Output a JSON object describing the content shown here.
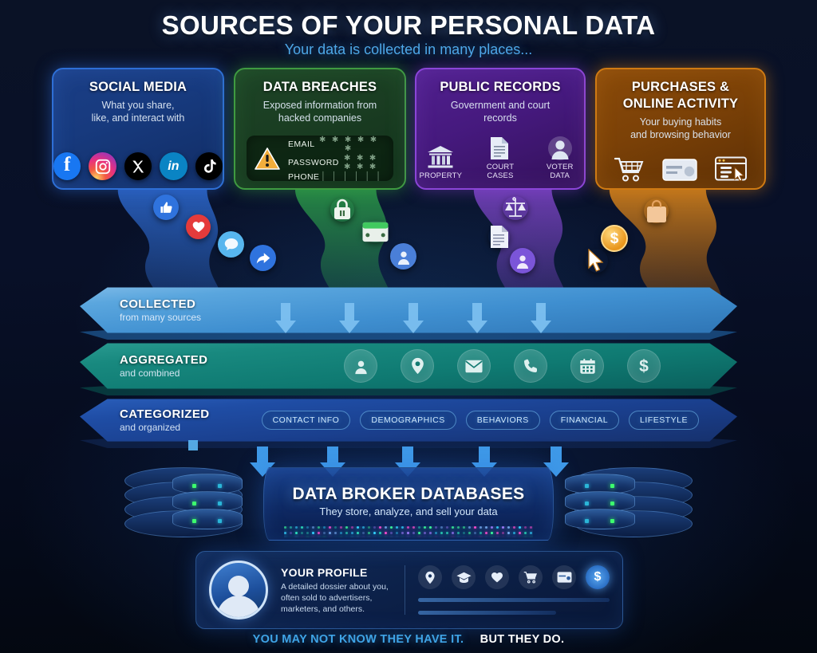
{
  "header": {
    "title": "SOURCES OF YOUR PERSONAL DATA",
    "subtitle": "Your data is collected in many places...",
    "title_color": "#ffffff",
    "subtitle_color": "#4ea8e8"
  },
  "sources": [
    {
      "id": "social-media",
      "title": "SOCIAL MEDIA",
      "desc_line1": "What you share,",
      "desc_line2": "like, and interact with",
      "accent": "#2e6fd6",
      "icons": [
        "facebook-icon",
        "instagram-icon",
        "x-twitter-icon",
        "linkedin-icon",
        "tiktok-icon"
      ],
      "icon_glyphs": [
        "f",
        "◎",
        "✕",
        "in",
        "♪"
      ]
    },
    {
      "id": "data-breaches",
      "title": "DATA BREACHES",
      "desc_line1": "Exposed information from",
      "desc_line2": "hacked companies",
      "accent": "#3f9b41",
      "panel": {
        "warning_icon": "warning-triangle-icon",
        "rows": [
          {
            "label": "EMAIL",
            "masked": "✱ ✱ ✱ ✱ ✱ ✱"
          },
          {
            "label": "PASSWORD",
            "masked": "✱ ✱ ✱ ✱ ✱ ✱"
          },
          {
            "label": "PHONE",
            "masked": "│ │ │ │ │ │"
          }
        ]
      }
    },
    {
      "id": "public-records",
      "title": "PUBLIC RECORDS",
      "desc_line1": "Government and court",
      "desc_line2": "records",
      "accent": "#8b45d8",
      "items": [
        {
          "label": "PROPERTY",
          "icon": "bank-building-icon"
        },
        {
          "label": "COURT CASES",
          "icon": "document-icon"
        },
        {
          "label": "VOTER DATA",
          "icon": "person-icon"
        }
      ]
    },
    {
      "id": "purchases-online",
      "title_line1": "PURCHASES &",
      "title_line2": "ONLINE ACTIVITY",
      "desc_line1": "Your buying habits",
      "desc_line2": "and browsing behavior",
      "accent": "#cf7a13",
      "icons": [
        "shopping-cart-icon",
        "credit-card-icon",
        "browser-window-cursor-icon"
      ]
    }
  ],
  "streams": {
    "social": {
      "color": "#2f6ed8",
      "bubbles": [
        "thumbs-up-icon",
        "heart-icon",
        "comment-bubble-icon",
        "share-arrow-icon"
      ]
    },
    "breach": {
      "color": "#2faa4e",
      "bubbles": [
        "lock-icon",
        "credit-card-icon",
        "person-icon"
      ]
    },
    "public": {
      "color": "#8a4bd9",
      "bubbles": [
        "scales-justice-icon",
        "document-icon",
        "person-icon"
      ]
    },
    "purchase": {
      "color": "#e08a1e",
      "bubbles": [
        "shopping-bag-icon",
        "dollar-coin-icon",
        "cursor-arrow-icon"
      ]
    }
  },
  "funnel": [
    {
      "id": "collected",
      "title": "COLLECTED",
      "subtitle": "from many sources",
      "color": "#4a93d4"
    },
    {
      "id": "aggregated",
      "title": "AGGREGATED",
      "subtitle": "and combined",
      "color": "#11847c",
      "icons": [
        "person-icon",
        "location-pin-icon",
        "envelope-icon",
        "phone-icon",
        "calendar-icon",
        "dollar-icon"
      ]
    },
    {
      "id": "categorized",
      "title": "CATEGORIZED",
      "subtitle": "and organized",
      "color": "#1f4da5",
      "chips": [
        "CONTACT INFO",
        "DEMOGRAPHICS",
        "BEHAVIORS",
        "FINANCIAL",
        "LIFESTYLE"
      ]
    }
  ],
  "broker": {
    "title": "DATA BROKER DATABASES",
    "subtitle": "They store, analyze, and sell your data",
    "server_icon": "database-server-icon"
  },
  "profile": {
    "avatar_icon": "user-avatar-icon",
    "title": "YOUR PROFILE",
    "desc_line1": "A detailed dossier about you,",
    "desc_line2": "often sold to advertisers,",
    "desc_line3": "marketers, and others.",
    "attribute_icons": [
      "location-pin-icon",
      "graduation-cap-icon",
      "heart-icon",
      "shopping-cart-icon",
      "credit-card-icon",
      "dollar-icon"
    ]
  },
  "footer": {
    "line_muted": "YOU MAY NOT KNOW THEY HAVE IT.",
    "line_bold": "BUT THEY DO.",
    "muted_color": "#3fa4e6",
    "bold_color": "#ffffff"
  }
}
